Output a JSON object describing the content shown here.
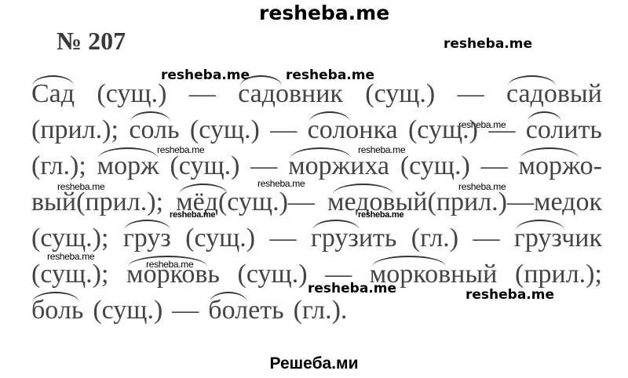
{
  "watermarks": {
    "top": "resheba.me",
    "right_of_title": "resheba.me",
    "line1_mid": "resheba.me",
    "line2_small": "resheba.me",
    "line3_a": "resheba.me",
    "line3_b": "resheba.me",
    "line4_a": "resheba.me",
    "line4_b": "resheba.me",
    "line4_c": "resheba.me",
    "line4_d": "resheba.me",
    "line5_a": "resheba.me",
    "line5_b": "resheba.me",
    "line6_a": "resheba.me",
    "line6_b": "resheba.me",
    "bottom_mid": "resheba.me",
    "bottom_right": "resheba.me"
  },
  "exercise": {
    "number": "№ 207",
    "lines": [
      [
        "Сад",
        "(сущ.)",
        "—",
        "садовник",
        "(сущ.)",
        "—",
        "садовый"
      ],
      [
        "(прил.);",
        "соль",
        "(сущ.)",
        "—",
        "солонка",
        "(сущ.)",
        "—",
        "солить"
      ],
      [
        "(гл.);",
        "морж",
        "(сущ.)",
        "—",
        "моржиха",
        "(сущ.)",
        "—",
        "моржо-"
      ],
      [
        "вый(прил.);",
        "мёд(сущ.)—",
        "медовый(прил.)—медок"
      ],
      [
        "(сущ.);",
        "груз",
        "(сущ.)",
        "—",
        "грузить",
        "(гл.)",
        "—",
        "грузчик"
      ],
      [
        "(сущ.);",
        "морковь",
        "(сущ.)",
        "—",
        "морковный",
        "(прил.);"
      ],
      [
        "боль",
        "(сущ.)",
        "—",
        "болеть",
        "(гл.)."
      ]
    ]
  },
  "footer": {
    "label": "Решеба.ми"
  }
}
